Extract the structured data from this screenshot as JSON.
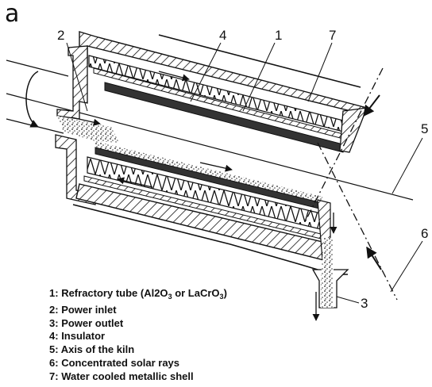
{
  "panel_label": "a",
  "callouts": {
    "c1": "1",
    "c2": "2",
    "c3": "3",
    "c4": "4",
    "c5": "5",
    "c6": "6",
    "c7": "7"
  },
  "legend": [
    {
      "num": "1:",
      "text": "Refractory tube (Al2O",
      "sub1": "3",
      "mid": " or LaCrO",
      "sub2": "3",
      "end": ")"
    },
    {
      "num": "2:",
      "text": "Power inlet"
    },
    {
      "num": "3:",
      "text": "Power outlet"
    },
    {
      "num": "4:",
      "text": "Insulator"
    },
    {
      "num": "5:",
      "text": "Axis of the kiln"
    },
    {
      "num": "6:",
      "text": "Concentrated solar rays"
    },
    {
      "num": "7:",
      "text": "Water cooled metallic shell"
    }
  ]
}
